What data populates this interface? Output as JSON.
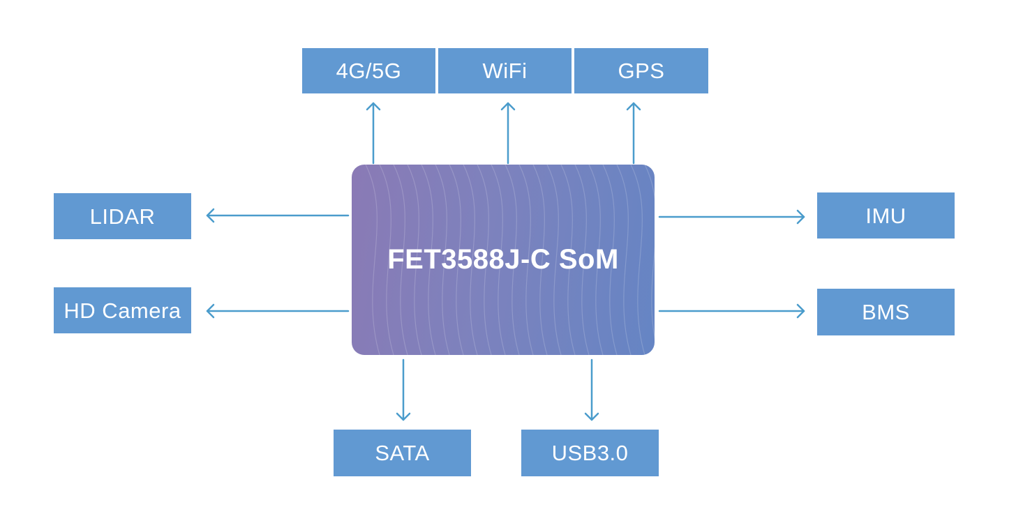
{
  "diagram": {
    "center": {
      "label": "FET3588J-C SoM"
    },
    "top": [
      {
        "label": "4G/5G"
      },
      {
        "label": "WiFi"
      },
      {
        "label": "GPS"
      }
    ],
    "left": [
      {
        "label": "LIDAR"
      },
      {
        "label": "HD Camera"
      }
    ],
    "right": [
      {
        "label": "IMU"
      },
      {
        "label": "BMS"
      }
    ],
    "bottom": [
      {
        "label": "SATA"
      },
      {
        "label": "USB3.0"
      }
    ],
    "colors": {
      "box_fill": "#6199d2",
      "box_text": "#ffffff",
      "connector": "#4a9ccc",
      "center_gradient_start": "#8a7ab5",
      "center_gradient_end": "#6585c4"
    }
  }
}
